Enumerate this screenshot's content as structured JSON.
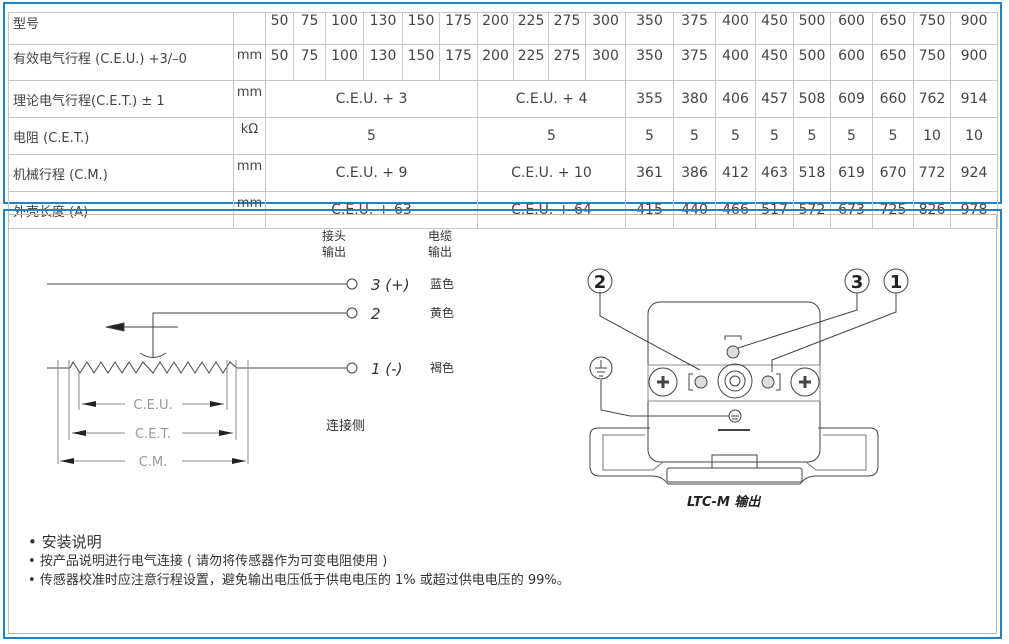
{
  "table": {
    "rows": [
      {
        "label": "型号",
        "unit": "",
        "cells": [
          "50",
          "75",
          "100",
          "130",
          "150",
          "175",
          "200",
          "225",
          "275",
          "300",
          "350",
          "375",
          "400",
          "450",
          "500",
          "600",
          "650",
          "750",
          "900"
        ]
      },
      {
        "label": "有效电气行程 (C.E.U.) +3/–0",
        "unit": "mm",
        "cells": [
          "50",
          "75",
          "100",
          "130",
          "150",
          "175",
          "200",
          "225",
          "275",
          "300",
          "350",
          "375",
          "400",
          "450",
          "500",
          "600",
          "650",
          "750",
          "900"
        ]
      },
      {
        "label": "理论电气行程(C.E.T.) ± 1",
        "unit": "mm",
        "merged": [
          "C.E.U. + 3",
          "C.E.U. + 4"
        ],
        "cells": [
          "355",
          "380",
          "406",
          "457",
          "508",
          "609",
          "660",
          "762",
          "914"
        ]
      },
      {
        "label": "电阻 (C.E.T.)",
        "unit": "kΩ",
        "merged": [
          "5",
          "5"
        ],
        "cells": [
          "5",
          "5",
          "5",
          "5",
          "5",
          "5",
          "5",
          "10",
          "10"
        ]
      },
      {
        "label": "机械行程 (C.M.)",
        "unit": "mm",
        "merged": [
          "C.E.U. + 9",
          "C.E.U. + 10"
        ],
        "cells": [
          "361",
          "386",
          "412",
          "463",
          "518",
          "619",
          "670",
          "772",
          "924"
        ]
      },
      {
        "label": "外壳长度 (A)",
        "unit": "mm",
        "merged": [
          "C.E.U. + 63",
          "C.E.U. + 64"
        ],
        "cells": [
          "415",
          "440",
          "466",
          "517",
          "572",
          "673",
          "725",
          "826",
          "978"
        ]
      }
    ]
  },
  "schematic": {
    "connector_header": [
      "接头",
      "输出"
    ],
    "cable_header": [
      "电缆",
      "输出"
    ],
    "pins": [
      {
        "label": "3 (+)",
        "color": "蓝色"
      },
      {
        "label": "2",
        "color": "黄色"
      },
      {
        "label": "1 (-)",
        "color": "褐色"
      }
    ],
    "dims": [
      "C.E.U.",
      "C.E.T.",
      "C.M."
    ],
    "side_label": "连接侧"
  },
  "connector": {
    "callouts": [
      "2",
      "3",
      "1"
    ],
    "title": "LTC-M 输出"
  },
  "notes": [
    "安装说明",
    "按产品说明进行电气连接 ( 请勿将传感器作为可变电阻使用 )",
    "传感器校准时应注意行程设置，避免输出电压低于供电电压的 1% 或超过供电电压的 99%。"
  ],
  "colors": {
    "frame": "#1a86c8"
  }
}
